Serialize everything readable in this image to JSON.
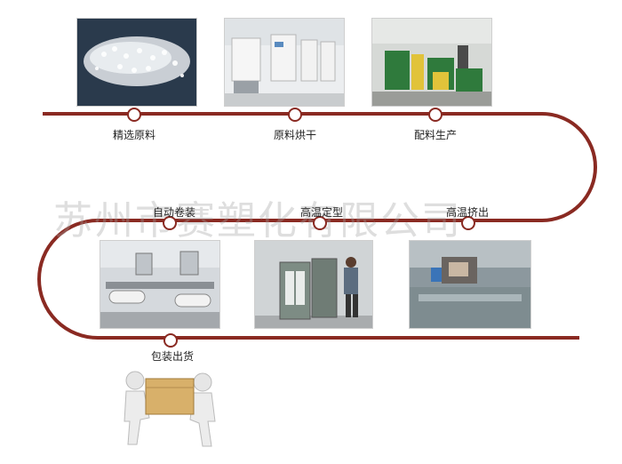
{
  "steps": [
    {
      "label": "精选原料"
    },
    {
      "label": "原料烘干"
    },
    {
      "label": "配料生产"
    },
    {
      "label": "高温挤出"
    },
    {
      "label": "高温定型"
    },
    {
      "label": "自动卷装"
    },
    {
      "label": "包装出货"
    }
  ],
  "watermark": "苏州市赛塑化有限公司",
  "colors": {
    "path": "#8a2a22"
  }
}
